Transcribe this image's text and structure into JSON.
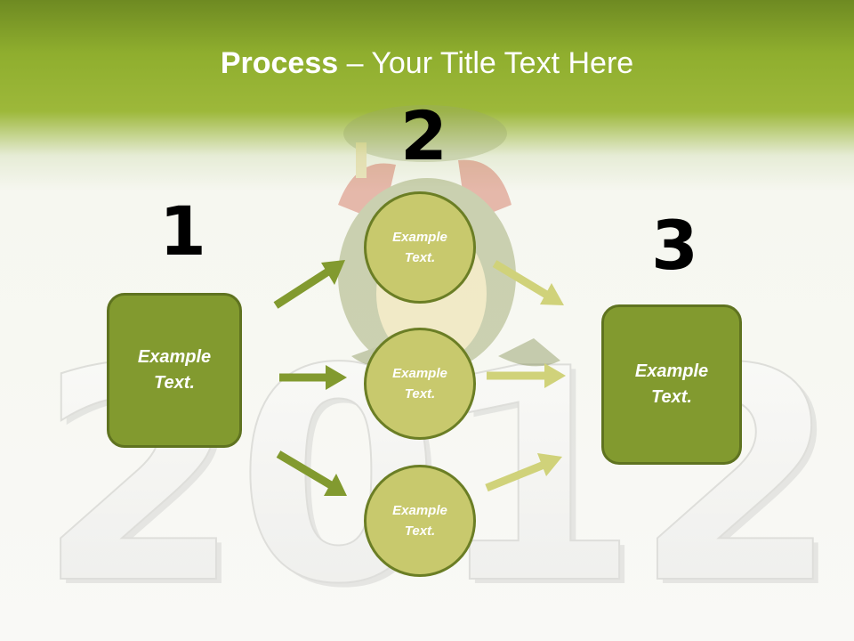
{
  "slide": {
    "title_bold": "Process",
    "title_rest": " – Your Title Text Here",
    "background_text": "2012",
    "colors": {
      "header": "#8fae2e",
      "box_fill": "#829a2f",
      "circle_fill": "#c8c96d",
      "arrow_dark": "#829a2f",
      "arrow_light": "#d0d27a"
    }
  },
  "steps": {
    "n1": "1",
    "n2": "2",
    "n3": "3"
  },
  "boxes": {
    "left": "Example\nText.",
    "right": "Example\nText."
  },
  "circles": {
    "top": "Example\nText.",
    "middle": "Example\nText.",
    "bottom": "Example\nText."
  }
}
